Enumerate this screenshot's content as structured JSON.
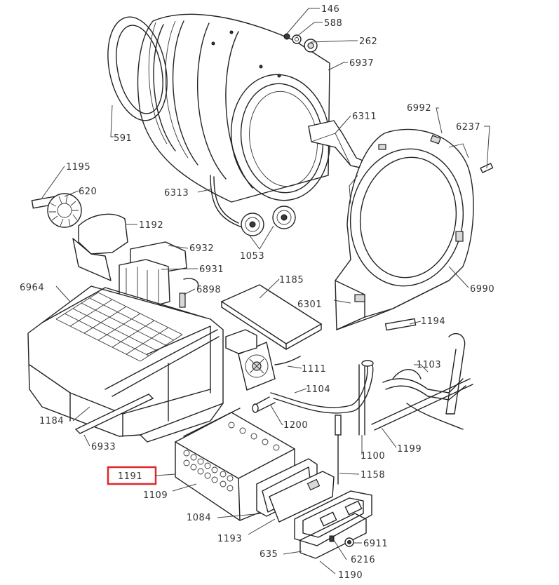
{
  "highlight": {
    "label": "1191",
    "color": "#e0272b"
  },
  "callouts": [
    {
      "id": "146",
      "label": "146"
    },
    {
      "id": "588",
      "label": "588"
    },
    {
      "id": "262",
      "label": "262"
    },
    {
      "id": "6937",
      "label": "6937"
    },
    {
      "id": "591",
      "label": "591"
    },
    {
      "id": "6311",
      "label": "6311"
    },
    {
      "id": "6992",
      "label": "6992"
    },
    {
      "id": "6237",
      "label": "6237"
    },
    {
      "id": "1195",
      "label": "1195"
    },
    {
      "id": "620",
      "label": "620"
    },
    {
      "id": "6313",
      "label": "6313"
    },
    {
      "id": "1192",
      "label": "1192"
    },
    {
      "id": "1053",
      "label": "1053"
    },
    {
      "id": "6932",
      "label": "6932"
    },
    {
      "id": "6931",
      "label": "6931"
    },
    {
      "id": "6964",
      "label": "6964"
    },
    {
      "id": "6898",
      "label": "6898"
    },
    {
      "id": "1185",
      "label": "1185"
    },
    {
      "id": "6301",
      "label": "6301"
    },
    {
      "id": "6990",
      "label": "6990"
    },
    {
      "id": "1194",
      "label": "1194"
    },
    {
      "id": "1111",
      "label": "1111"
    },
    {
      "id": "1103",
      "label": "1103"
    },
    {
      "id": "1104",
      "label": "1104"
    },
    {
      "id": "1184",
      "label": "1184"
    },
    {
      "id": "1200",
      "label": "1200"
    },
    {
      "id": "6933",
      "label": "6933"
    },
    {
      "id": "1100",
      "label": "1100"
    },
    {
      "id": "1199",
      "label": "1199"
    },
    {
      "id": "1158",
      "label": "1158"
    },
    {
      "id": "1109",
      "label": "1109"
    },
    {
      "id": "1084",
      "label": "1084"
    },
    {
      "id": "1193",
      "label": "1193"
    },
    {
      "id": "6911",
      "label": "6911"
    },
    {
      "id": "635",
      "label": "635"
    },
    {
      "id": "6216",
      "label": "6216"
    },
    {
      "id": "1190",
      "label": "1190"
    }
  ]
}
